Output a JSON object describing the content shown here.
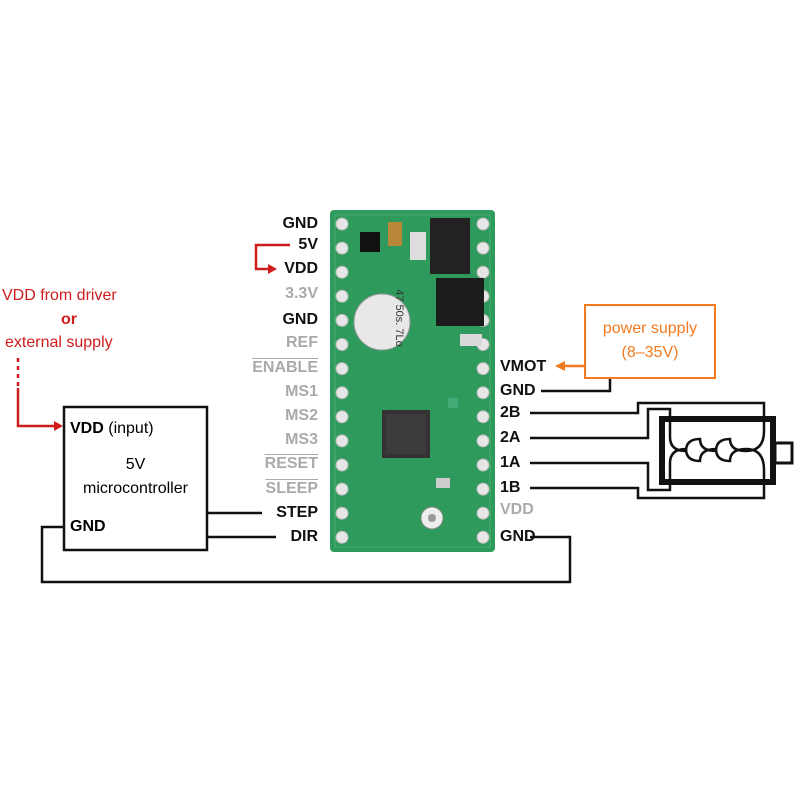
{
  "left_pins": [
    {
      "label": "GND",
      "active": true
    },
    {
      "label": "5V",
      "active": true
    },
    {
      "label": "VDD",
      "active": true
    },
    {
      "label": "3.3V",
      "active": false
    },
    {
      "label": "GND",
      "active": true
    },
    {
      "label": "REF",
      "active": false
    },
    {
      "label": "ENABLE",
      "active": false,
      "overline": true
    },
    {
      "label": "MS1",
      "active": false
    },
    {
      "label": "MS2",
      "active": false
    },
    {
      "label": "MS3",
      "active": false
    },
    {
      "label": "RESET",
      "active": false,
      "overline": true
    },
    {
      "label": "SLEEP",
      "active": false,
      "overline": true
    },
    {
      "label": "STEP",
      "active": true
    },
    {
      "label": "DIR",
      "active": true
    }
  ],
  "right_pins": [
    {
      "label": "VMOT",
      "active": true
    },
    {
      "label": "GND",
      "active": true
    },
    {
      "label": "2B",
      "active": true
    },
    {
      "label": "2A",
      "active": true
    },
    {
      "label": "1A",
      "active": true
    },
    {
      "label": "1B",
      "active": true
    },
    {
      "label": "VDD",
      "active": false
    },
    {
      "label": "GND",
      "active": true
    }
  ],
  "vdd_note": {
    "line1": "VDD from driver",
    "line2": "or",
    "line3": "external supply"
  },
  "microcontroller": {
    "vdd": "VDD",
    "vdd_suffix": "(input)",
    "name_line1": "5V",
    "name_line2": "microcontroller",
    "gnd": "GND"
  },
  "power_supply": {
    "line1": "power supply",
    "line2": "(8–35V)"
  },
  "capacitor_marking": [
    "47",
    "50s.",
    "7Lo"
  ],
  "colors": {
    "red": "#d01c1c",
    "orange": "#f47a20",
    "pcb": "#2e9a5c",
    "inactive": "#aaaaaa"
  }
}
